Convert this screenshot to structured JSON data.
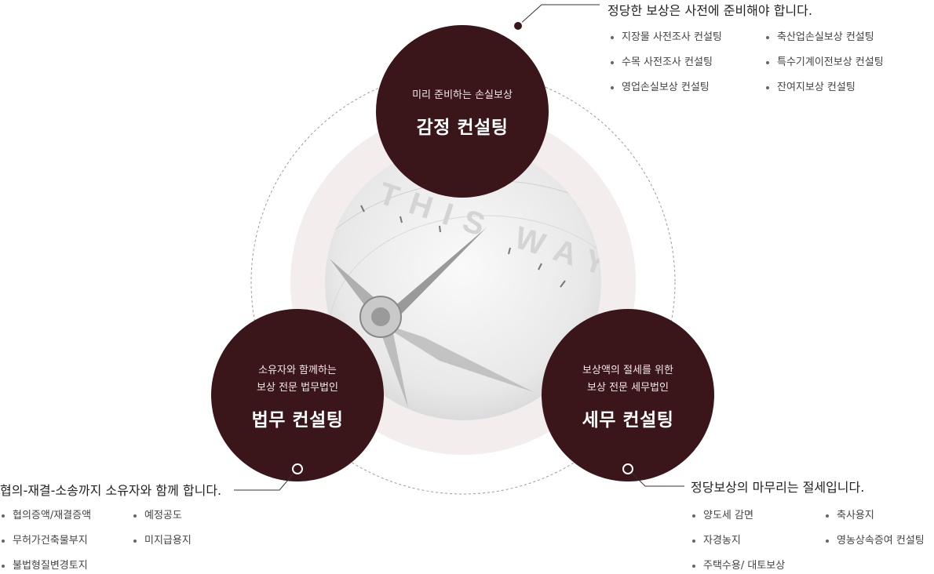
{
  "center_image": {
    "text": "THIS WAY",
    "icon": "compass-image"
  },
  "top": {
    "subtitle": "미리 준비하는 손실보상",
    "title": "감정 컨설팅",
    "heading": "정당한 보상은 사전에 준비해야 합니다.",
    "items": [
      "지장물 사전조사 컨설팅",
      "축산업손실보상 컨설팅",
      "수목 사전조사 컨설팅",
      "특수기계이전보상 컨설팅",
      "영업손실보상 컨설팅",
      "잔여지보상 컨설팅"
    ]
  },
  "left": {
    "subtitle": "소유자와 함께하는\n보상 전문 법무법인",
    "title": "법무 컨설팅",
    "heading": "협의-재결-소송까지 소유자와 함께 합니다.",
    "items": [
      "협의증액/재결증액",
      "예정공도",
      "무허가건축물부지",
      "미지급용지",
      "불법형질변경토지"
    ]
  },
  "right": {
    "subtitle": "보상액의 절세를 위한\n보상 전문 세무법인",
    "title": "세무 컨설팅",
    "heading": "정당보상의 마무리는 절세입니다.",
    "items": [
      "양도세 감면",
      "축사용지",
      "자경농지",
      "영농상속증여 컨설팅",
      "주택수용/ 대토보상"
    ]
  },
  "colors": {
    "circle": "#3a1519",
    "ring": "#f3eded"
  }
}
